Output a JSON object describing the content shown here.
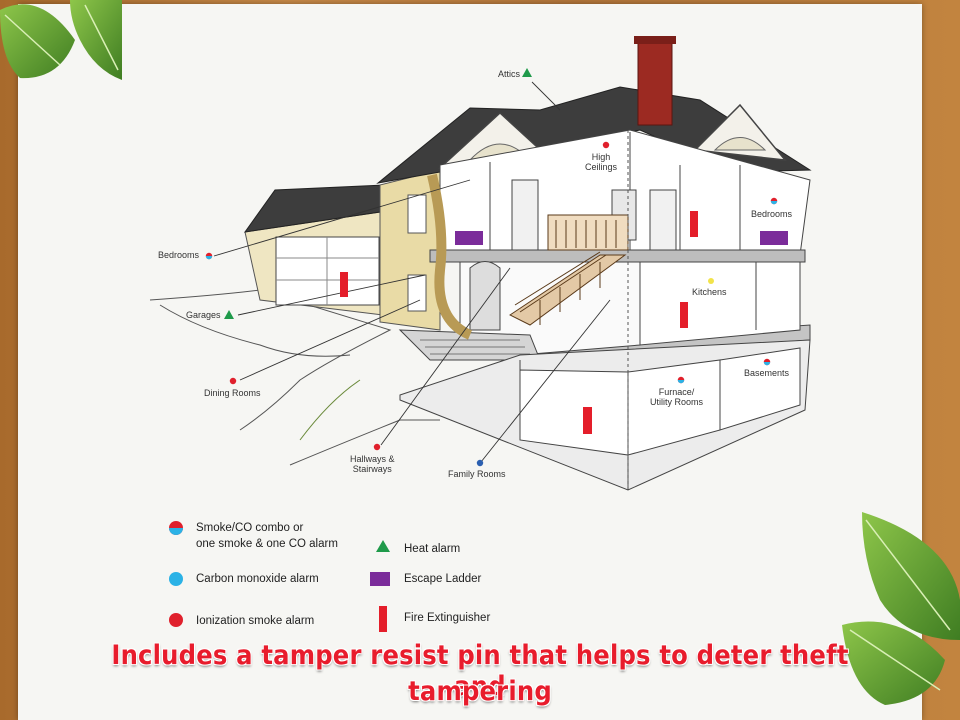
{
  "room_labels": {
    "attics": "Attics",
    "high_ceilings": "High\nCeilings",
    "bedrooms_left": "Bedrooms",
    "bedrooms_right": "Bedrooms",
    "kitchens": "Kitchens",
    "garages": "Garages",
    "dining_rooms": "Dining Rooms",
    "basements": "Basements",
    "furnace": "Furnace/\nUtility Rooms",
    "hallways": "Hallways &\nStairways",
    "family_rooms": "Family Rooms"
  },
  "legend": {
    "combo": "Smoke/CO combo or\none smoke & one CO alarm",
    "co": "Carbon monoxide alarm",
    "ionization": "Ionization smoke alarm",
    "heat": "Heat alarm",
    "ladder": "Escape Ladder",
    "extinguisher": "Fire Extinguisher"
  },
  "caption": {
    "line1": "Includes a tamper resist pin that helps to deter theft and",
    "line2": "tampering"
  },
  "colors": {
    "smoke_red": "#e0202c",
    "co_blue": "#2bb2e6",
    "heat_green": "#1f9a4a",
    "ladder_purple": "#7b2c9a",
    "extinguisher_red": "#e41e2a",
    "caption_red": "#e81c2c"
  },
  "icons": {
    "combo": "half-red-half-blue-circle-icon",
    "co": "blue-circle-icon",
    "ionization": "red-circle-icon",
    "heat": "green-triangle-icon",
    "ladder": "purple-rectangle-icon",
    "extinguisher": "red-bar-icon"
  }
}
